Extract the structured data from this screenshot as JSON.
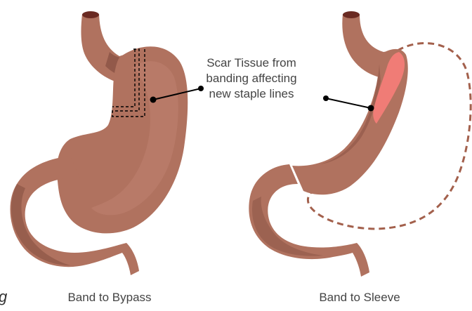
{
  "colors": {
    "stomach": "#b0725f",
    "stomach_shadow": "#8d5546",
    "stomach_light": "#c48574",
    "esophagus_dark": "#6a2a22",
    "scar_tissue": "#f07c76",
    "outline": "#000000",
    "removed_outline": "#a3604c",
    "text": "#444444"
  },
  "callout": {
    "lines": [
      "Scar Tissue from",
      "banding affecting",
      "new staple lines"
    ]
  },
  "captions": {
    "left": "Band to Bypass",
    "right": "Band to Sleeve"
  },
  "edge_glyph": "g"
}
